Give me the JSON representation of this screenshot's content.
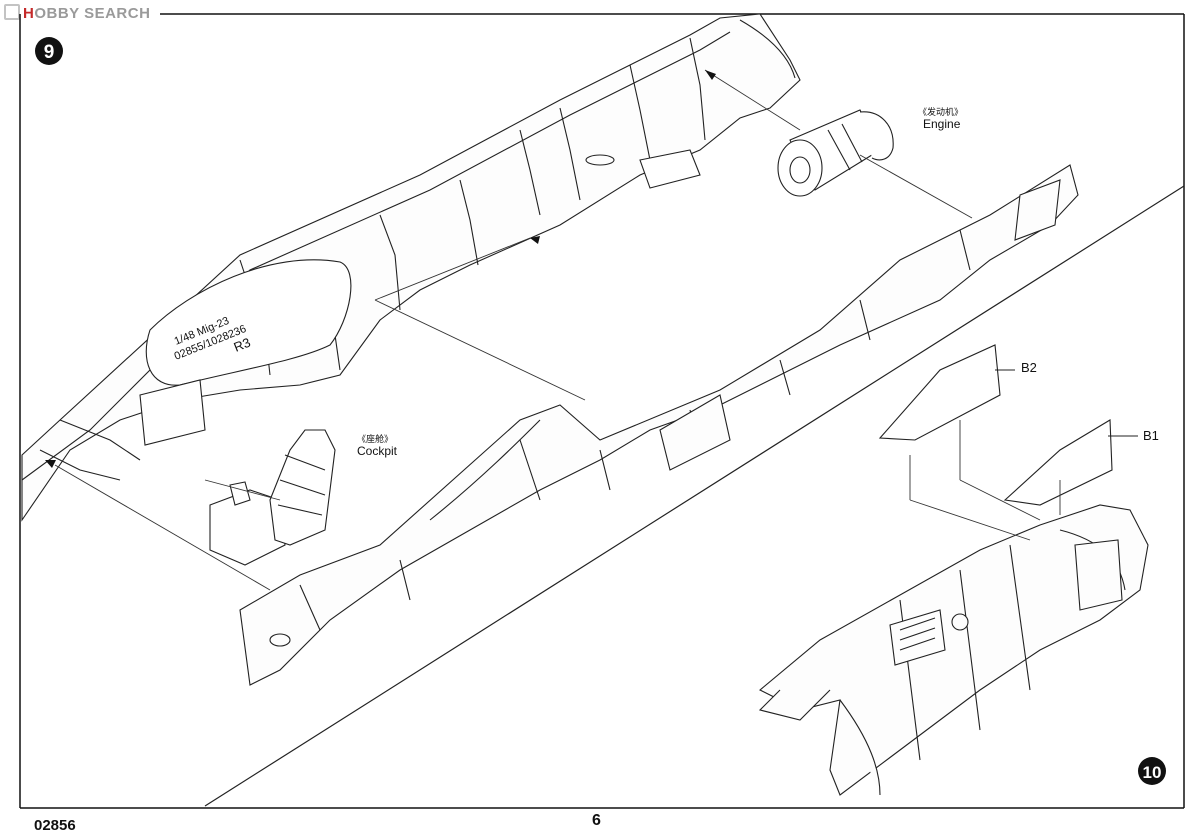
{
  "watermark": {
    "prefix": "H",
    "text": "OBBY SEARCH"
  },
  "steps": [
    {
      "number": "9"
    },
    {
      "number": "10"
    }
  ],
  "labels": {
    "engine_cn": "《发动机》",
    "engine_en": "Engine",
    "cockpit_cn": "《座舱》",
    "cockpit_en": "Cockpit",
    "part_b2": "B2",
    "part_b1": "B1"
  },
  "fuselage_markings": {
    "line1": "1/48  Mig-23",
    "line2": "02855/1028236",
    "line3": "R3"
  },
  "footer": {
    "code": "02856",
    "page": "6"
  }
}
